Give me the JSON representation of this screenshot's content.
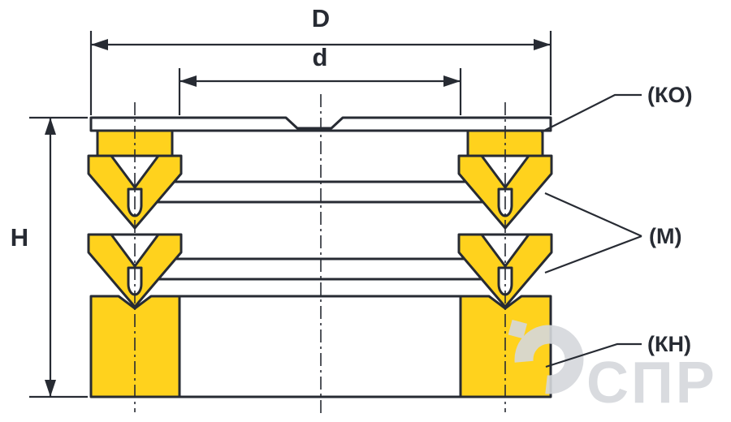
{
  "colors": {
    "line": "#272b33",
    "yellow": "#ffd21d",
    "watermark": "#d5d8dc",
    "background": "#ffffff"
  },
  "dimensions": {
    "outer_diameter_label": "D",
    "inner_diameter_label": "d",
    "height_label": "H"
  },
  "parts": {
    "support_ring_label": "(КО)",
    "chevron_cuff_label": "(М)",
    "pressure_ring_label": "(КН)"
  },
  "watermark": {
    "text": "СПР"
  }
}
